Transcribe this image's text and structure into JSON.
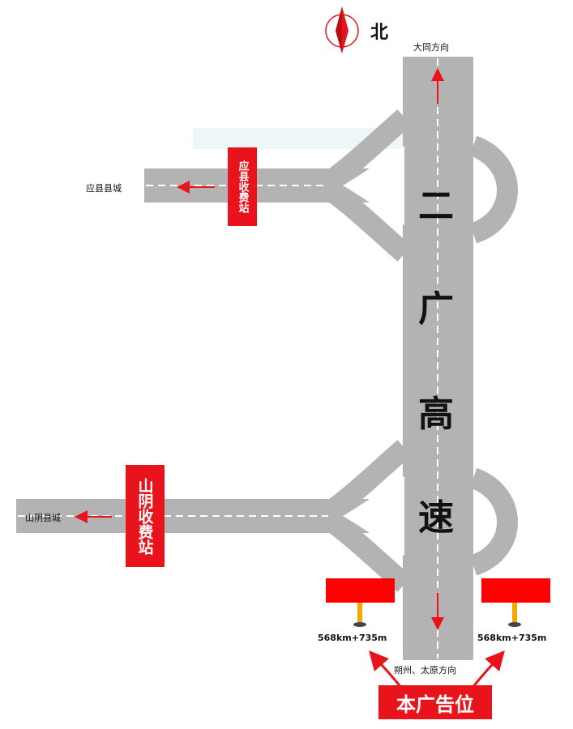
{
  "compass": {
    "label": "北",
    "icon": "north-arrow-icon"
  },
  "directions": {
    "north": "大同方向",
    "south": "朔州、太原方向",
    "west_upper": "应县县城",
    "west_lower": "山阴县城"
  },
  "highway": {
    "name_chars": [
      "二",
      "广",
      "高",
      "速"
    ]
  },
  "toll_stations": {
    "upper": "应县收费站",
    "lower": "山阴收费站"
  },
  "billboards": {
    "left_km": "568km+735m",
    "right_km": "568km+735m"
  },
  "ad_position_label": "本广告位",
  "colors": {
    "road": "#b3b3b3",
    "accent": "#e8131b",
    "lane_marking": "#ffffff"
  }
}
